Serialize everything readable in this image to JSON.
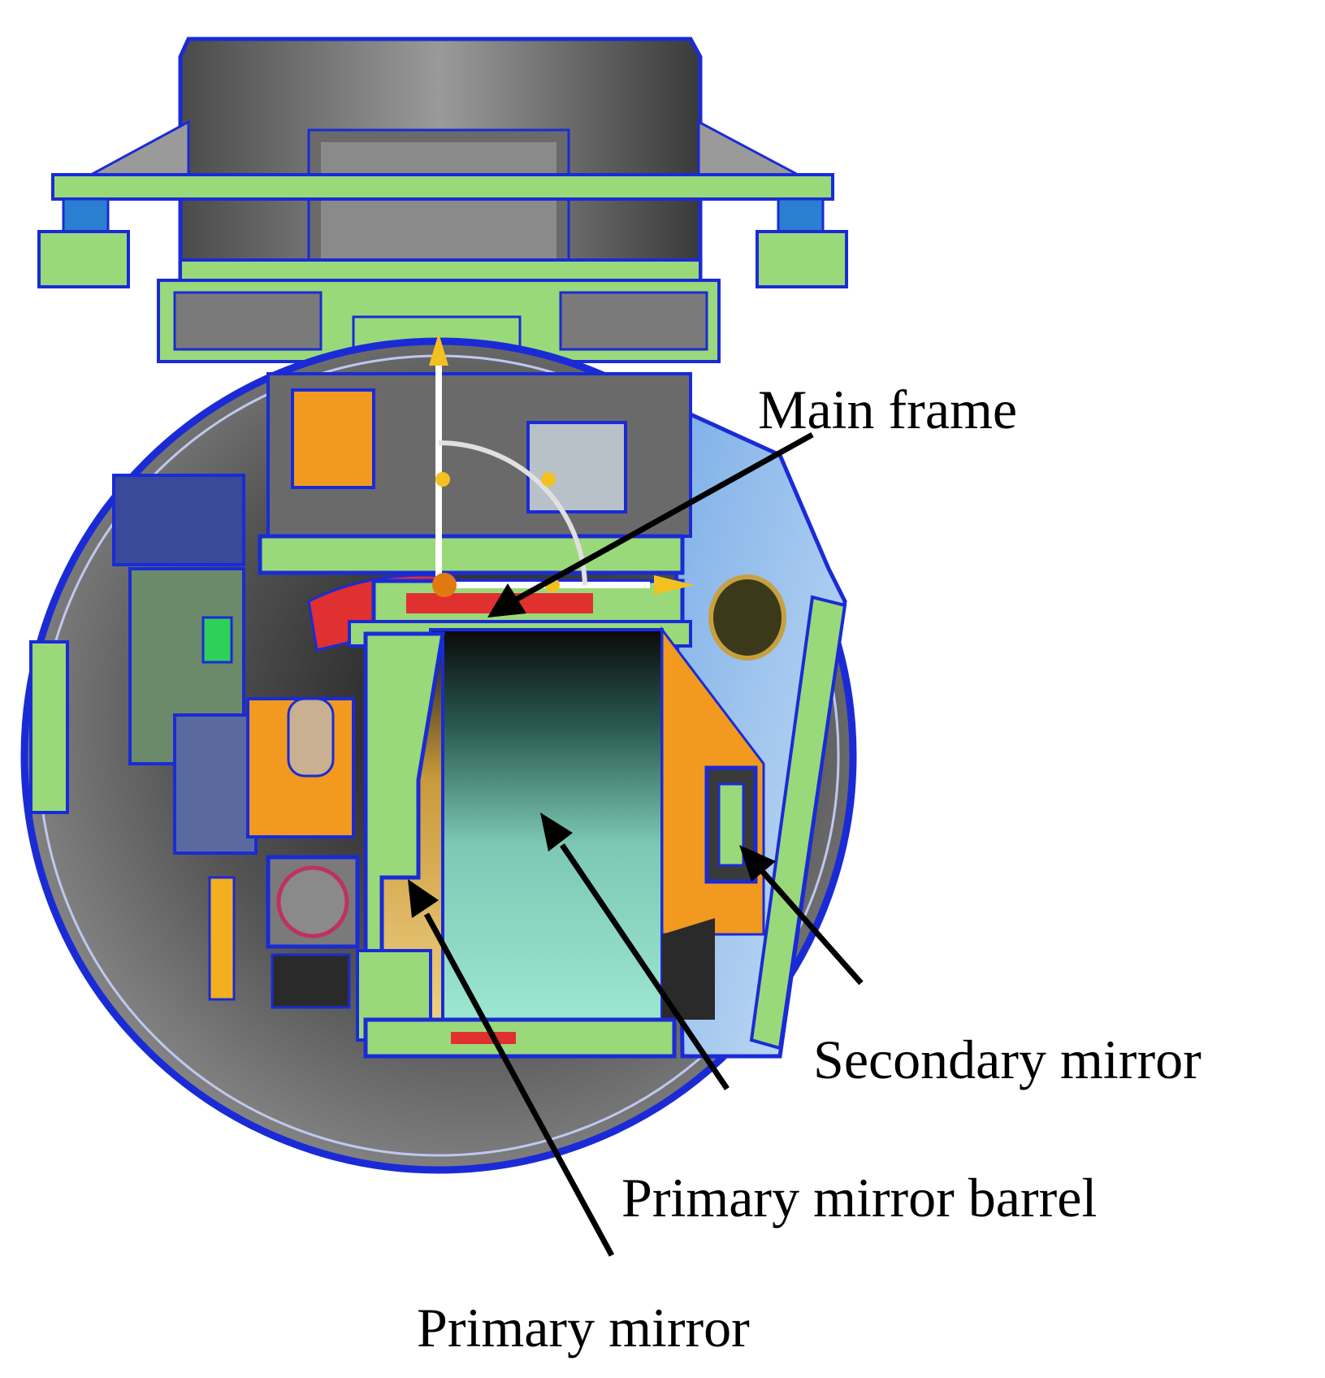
{
  "labels": {
    "main_frame": "Main frame",
    "secondary_mirror": "Secondary mirror",
    "primary_mirror_barrel": "Primary mirror barrel",
    "primary_mirror": "Primary mirror"
  },
  "colors": {
    "outline": "#1a2bd6",
    "part_green": "#9ad97a",
    "housing_gray": "#7a7a7a",
    "barrel_teal": "#8fdcc8",
    "orange": "#f29a1f",
    "red": "#e03030",
    "arrow": "#000000"
  }
}
